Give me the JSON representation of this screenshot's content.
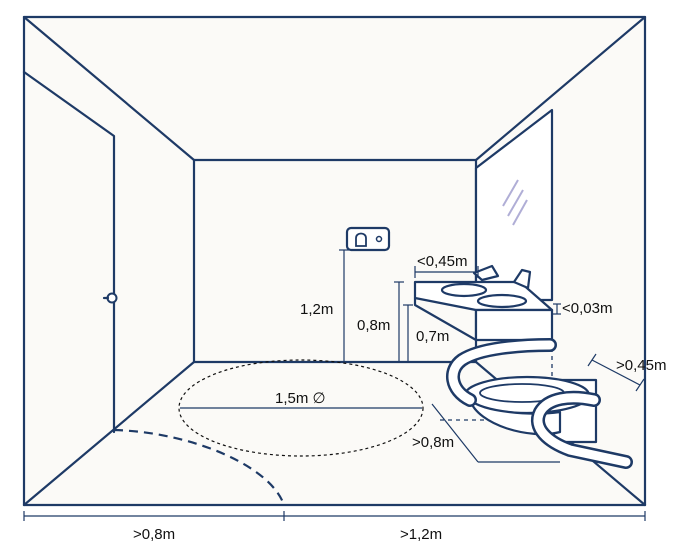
{
  "dimensions": {
    "mirror_height": "1,2m",
    "sink_top_height": "0,8m",
    "knee_clearance": "0,7m",
    "tap_reach": "<0,45m",
    "sink_thickness": "<0,03m",
    "turning_circle": "1,5m ∅",
    "toilet_side_clearance": ">0,8m",
    "toilet_seat_offset": ">0,45m",
    "door_clearance": ">0,8m",
    "room_clearance": ">1,2m"
  },
  "colors": {
    "line": "#1e3a66",
    "wall": "#fbfaf7",
    "text": "#111111"
  }
}
